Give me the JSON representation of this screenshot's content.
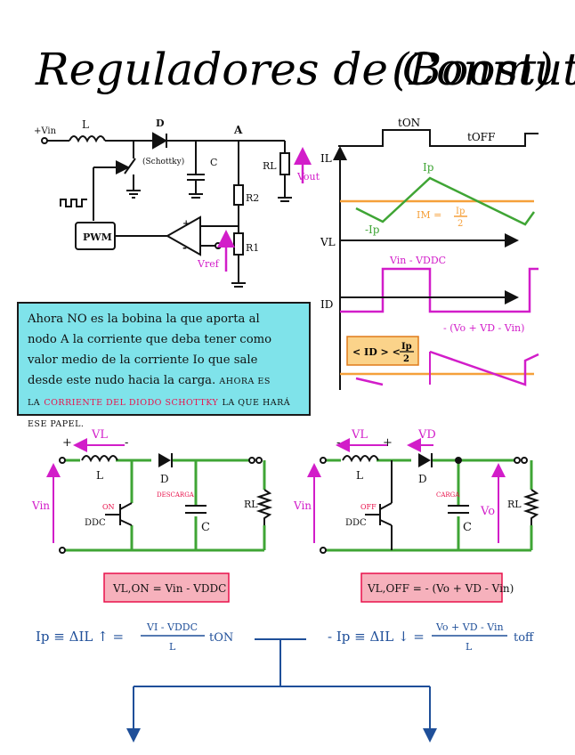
{
  "title": {
    "prefix": "Reguladores de Conmutación",
    "suffix": "(Boost)"
  },
  "top_circuit": {
    "vin": "+Vin",
    "inductor": "L",
    "diode": "D",
    "node": "A",
    "schottky": "(Schottky)",
    "cap": "C",
    "load": "RL",
    "vout": "Vout",
    "r2": "R2",
    "r1": "R1",
    "pwm": "PWM",
    "vref": "Vref"
  },
  "timing": {
    "ton": "tON",
    "toff": "tOFF",
    "il_axis": "IL",
    "vl_axis": "VL",
    "id_axis": "ID",
    "ip_label": "Ip",
    "neg_ip_label": "-Ip",
    "im_label": "IM =",
    "im_frac_num": "Ip",
    "im_frac_den": "2",
    "vl_high": "Vin - VDDC",
    "vl_low": "- (Vo + VD - Vin)",
    "id_box_left": "< ID > <",
    "id_box_num": "Ip",
    "id_box_den": "2",
    "colors": {
      "green": "#3fa535",
      "orange": "#f5a03a",
      "magenta": "#d21dc9"
    }
  },
  "note": {
    "line1": "Ahora NO es la bobina la que aporta al",
    "line2": "nodo A la corriente que deba tener como",
    "line3": "valor medio de la corriente Io que sale",
    "line4": "desde este nudo hacia la carga.",
    "line4_caps": "AHORA ES",
    "line5_a": "LA",
    "line5_red": "CORRIENTE DEL DIODO SCHOTTKY",
    "line5_b": "LA QUE HARÁ ESE PAPEL."
  },
  "left_circuit": {
    "vl": "VL",
    "plus": "+",
    "minus": "-",
    "inductor": "L",
    "diode": "D",
    "vin": "Vin",
    "on": "ON",
    "ddc": "DDC",
    "descarga": "DESCARGA",
    "cap": "C",
    "load": "RL"
  },
  "right_circuit": {
    "vl": "VL",
    "plus": "+",
    "minus": "-",
    "vd": "VD",
    "inductor": "L",
    "diode": "D",
    "vin": "Vin",
    "off": "OFF",
    "ddc": "DDC",
    "carga": "CARGA",
    "cap": "C",
    "vo": "Vo",
    "load": "RL"
  },
  "equations": {
    "vl_on": "VL,ON = Vin - VDDC",
    "vl_off": "VL,OFF = - (Vo + VD - Vin)",
    "ip_on_left": "Ip ≡ ΔIL ↑ =",
    "ip_on_num": "VI - VDDC",
    "ip_on_den": "L",
    "ip_on_t": "tON",
    "ip_off_left": "- Ip ≡ ΔIL ↓ =",
    "ip_off_num": "Vo + VD - Vin",
    "ip_off_den": "L",
    "ip_off_t": "toff"
  }
}
